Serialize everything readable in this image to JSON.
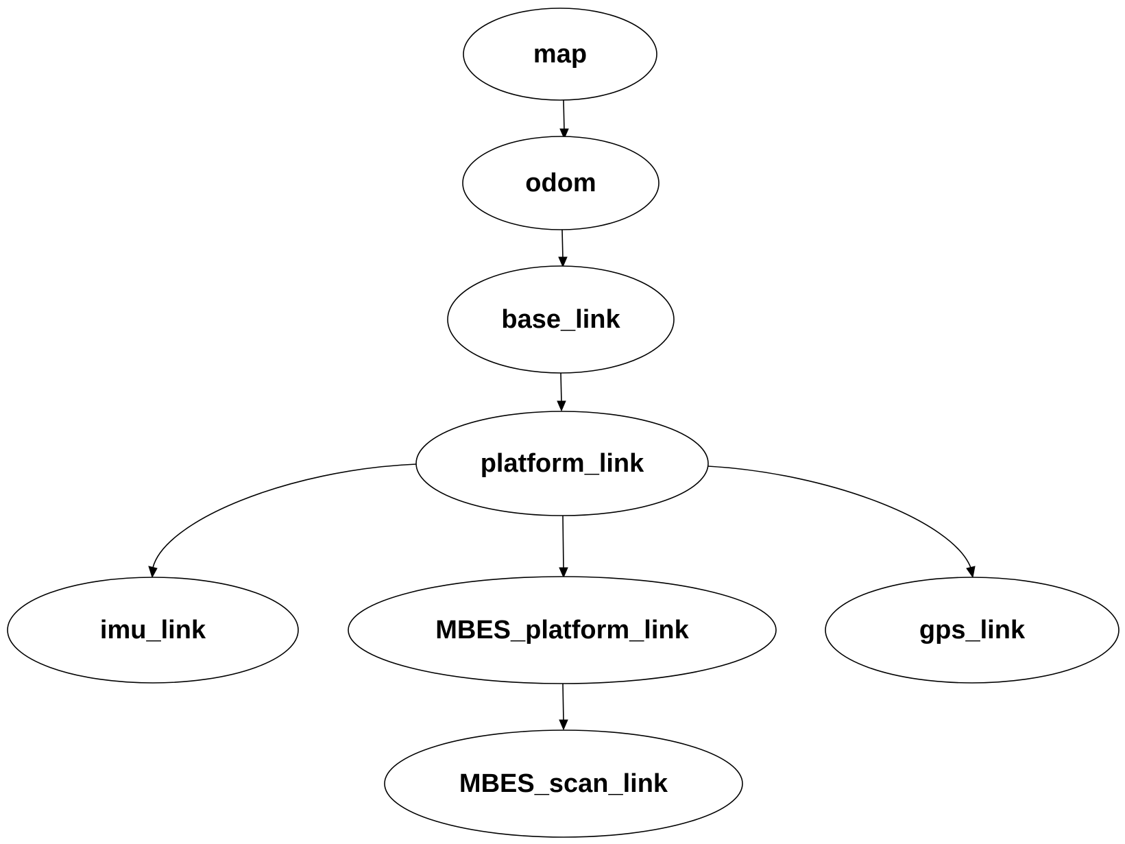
{
  "diagram": {
    "type": "tree",
    "nodes": [
      {
        "id": "map",
        "label": "map"
      },
      {
        "id": "odom",
        "label": "odom"
      },
      {
        "id": "base_link",
        "label": "base_link"
      },
      {
        "id": "platform_link",
        "label": "platform_link"
      },
      {
        "id": "imu_link",
        "label": "imu_link"
      },
      {
        "id": "mbes_platform_link",
        "label": "MBES_platform_link"
      },
      {
        "id": "gps_link",
        "label": "gps_link"
      },
      {
        "id": "mbes_scan_link",
        "label": "MBES_scan_link"
      }
    ],
    "edges": [
      {
        "from": "map",
        "to": "odom"
      },
      {
        "from": "odom",
        "to": "base_link"
      },
      {
        "from": "base_link",
        "to": "platform_link"
      },
      {
        "from": "platform_link",
        "to": "imu_link"
      },
      {
        "from": "platform_link",
        "to": "mbes_platform_link"
      },
      {
        "from": "platform_link",
        "to": "gps_link"
      },
      {
        "from": "mbes_platform_link",
        "to": "mbes_scan_link"
      }
    ],
    "colors": {
      "stroke": "#000000",
      "fill": "#ffffff",
      "text": "#000000"
    }
  }
}
